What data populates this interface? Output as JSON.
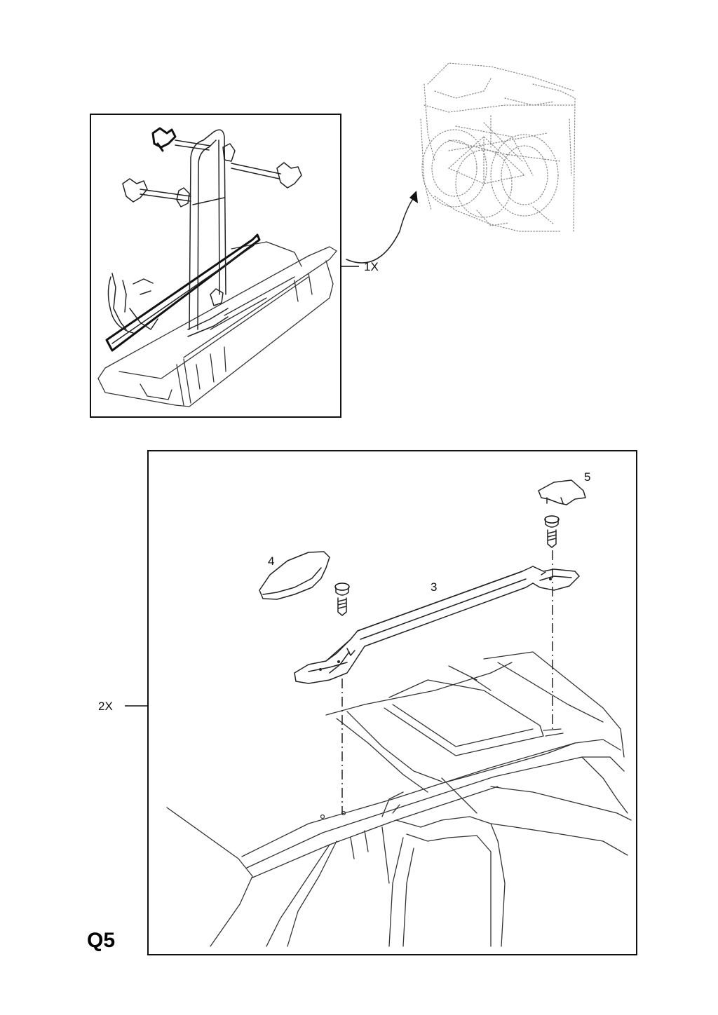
{
  "diagram": {
    "top_panel": {
      "quantity_label": "1X"
    },
    "bottom_panel": {
      "quantity_label": "2X"
    },
    "callouts": {
      "rail": "3",
      "front_cover": "4",
      "rear_cover": "5"
    },
    "figure_code": "Q5"
  }
}
